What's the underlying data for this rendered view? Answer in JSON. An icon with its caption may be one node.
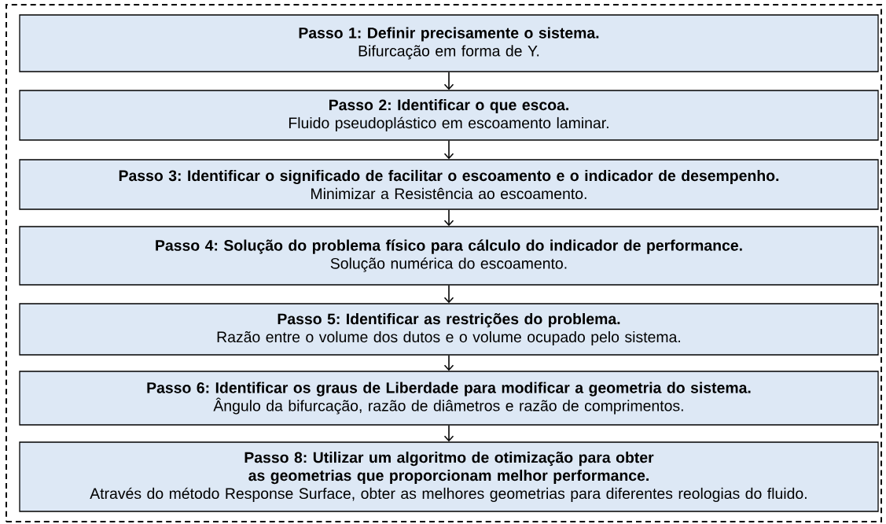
{
  "diagram": {
    "nodes": [
      {
        "text": [],
        "shape": "box"
      },
      {
        "text": [
          "Passo 1: Definir precisamente o sistema.",
          "Bifurcação em forma de Y."
        ],
        "in": 0
      },
      {
        "text": [
          "Passo 2: Identificar o que escoa.",
          "Fluido pseudoplástico em escoamento laminar."
        ],
        "in": 0
      },
      {
        "text": [
          "Passo 3: Identificar o significado de facilitar o escoamento e o indicador de desempenho.",
          "Minimizar a Resistência ao escoamento."
        ],
        "in": 0
      },
      {
        "text": [
          "Passo 4: Solução do problema físico para cálculo do indicador de performance.",
          "Solução numérica do escoamento."
        ],
        "in": 0
      },
      {
        "text": [
          "Passo 5: Identificar as restrições do problema.",
          "Razão entre o volume dos dutos e o volume ocupado pelo sistema."
        ],
        "in": 0
      },
      {
        "text": [
          "Passo 6: Identificar os graus de Liberdade para modificar a geometria do sistema.",
          "Ângulo da bifurcação, razão de diâmetros e razão de comprimentos."
        ],
        "in": 0
      },
      {
        "text": [
          "Passo 8: Utilizar um algoritmo de otimização para obter as geometrias que proporcionam melhor performance.",
          "Através do método Response Surface, obter as melhores geometrias para diferentes reologias do fluido."
        ],
        "in": 0
      }
    ],
    "edges": [
      {
        "from": 1,
        "to": 2,
        "arrow": "to"
      },
      {
        "from": 2,
        "to": 3,
        "arrow": "to"
      },
      {
        "from": 3,
        "to": 4,
        "arrow": "to"
      },
      {
        "from": 4,
        "to": 5,
        "arrow": "to"
      },
      {
        "from": 5,
        "to": 6,
        "arrow": "to"
      },
      {
        "from": 6,
        "to": 7,
        "arrow": "to"
      }
    ]
  }
}
